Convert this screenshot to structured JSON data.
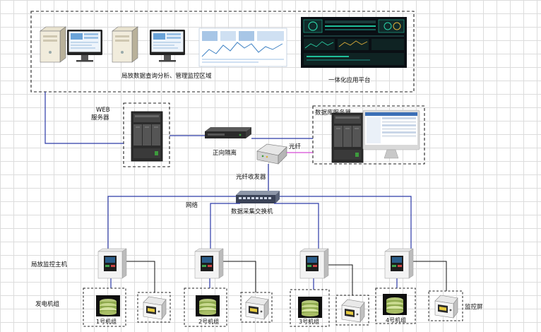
{
  "labels": {
    "top_left_area": "局放数据查询分析、管理监控区域",
    "top_right_area": "一体化应用平台",
    "web_server_line1": "WEB",
    "web_server_line2": "服务器",
    "isolator": "正向隔离",
    "fiber": "光纤",
    "db_server": "数据库服务器",
    "fiber_transceiver": "光纤收发器",
    "network": "网络",
    "switch": "数据采集交换机",
    "pd_host": "局放监控主机",
    "generator_group": "发电机组",
    "monitor_screen": "监控屏"
  },
  "units": [
    {
      "name": "1号机组"
    },
    {
      "name": "2号机组"
    },
    {
      "name": "3号机组"
    },
    {
      "name": "4号机组"
    }
  ],
  "colors": {
    "link_blue": "#2c3aa8",
    "link_pink": "#d84bd8",
    "link_black": "#111111"
  }
}
